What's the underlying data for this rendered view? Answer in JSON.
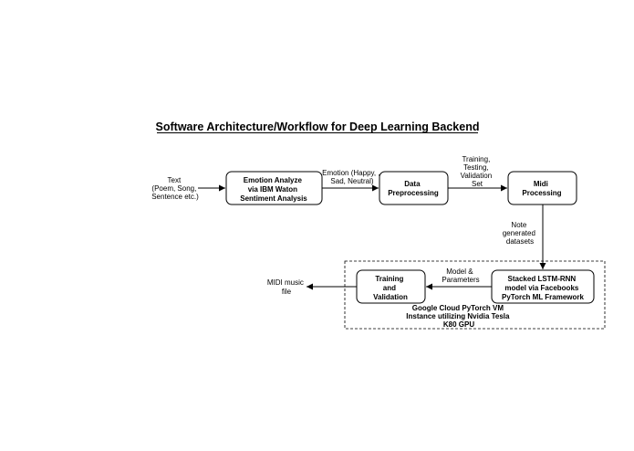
{
  "title": "Software Architecture/Workflow for Deep Learning Backend",
  "inputs": {
    "text": [
      "Text",
      "(Poem, Song,",
      "Sentence etc.)"
    ],
    "midi_file": [
      "MIDI music",
      "file"
    ]
  },
  "nodes": {
    "emotion": [
      "Emotion Analyze",
      "via IBM Waton",
      "Sentiment Analysis"
    ],
    "preprocess": [
      "Data",
      "Preprocessing"
    ],
    "midi": [
      "Midi",
      "Processing"
    ],
    "lstm": [
      "Stacked LSTM-RNN",
      "model via Facebooks",
      "PyTorch ML Framework"
    ],
    "training": [
      "Training",
      "and",
      "Validation"
    ]
  },
  "edge_labels": {
    "emotion_out": [
      "Emotion (Happy, ,",
      "Sad, Neutral)"
    ],
    "split": [
      "Training,",
      "Testing,",
      "Validation",
      "Set"
    ],
    "note": [
      "Note",
      "generated",
      "datasets"
    ],
    "model": [
      "Model &",
      "Parameters"
    ]
  },
  "cloud_label": [
    "Google Cloud PyTorch VM",
    "Instance utilizing Nvidia Tesla",
    "K80 GPU"
  ]
}
